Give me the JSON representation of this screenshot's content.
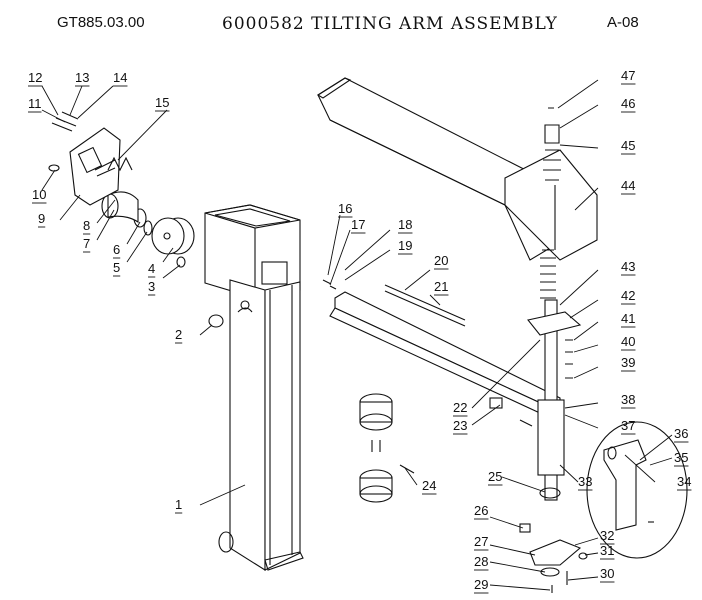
{
  "header": {
    "code": "GT885.03.00",
    "title": "6000582  TILTING ARM ASSEMBLY",
    "page": "A-08"
  },
  "callouts": [
    "1",
    "2",
    "3",
    "4",
    "5",
    "6",
    "7",
    "8",
    "9",
    "10",
    "11",
    "12",
    "13",
    "14",
    "15",
    "16",
    "17",
    "18",
    "19",
    "20",
    "21",
    "22",
    "23",
    "24",
    "25",
    "26",
    "27",
    "28",
    "29",
    "30",
    "31",
    "32",
    "33",
    "34",
    "35",
    "36",
    "37",
    "38",
    "39",
    "40",
    "41",
    "42",
    "43",
    "44",
    "45",
    "46",
    "47"
  ]
}
